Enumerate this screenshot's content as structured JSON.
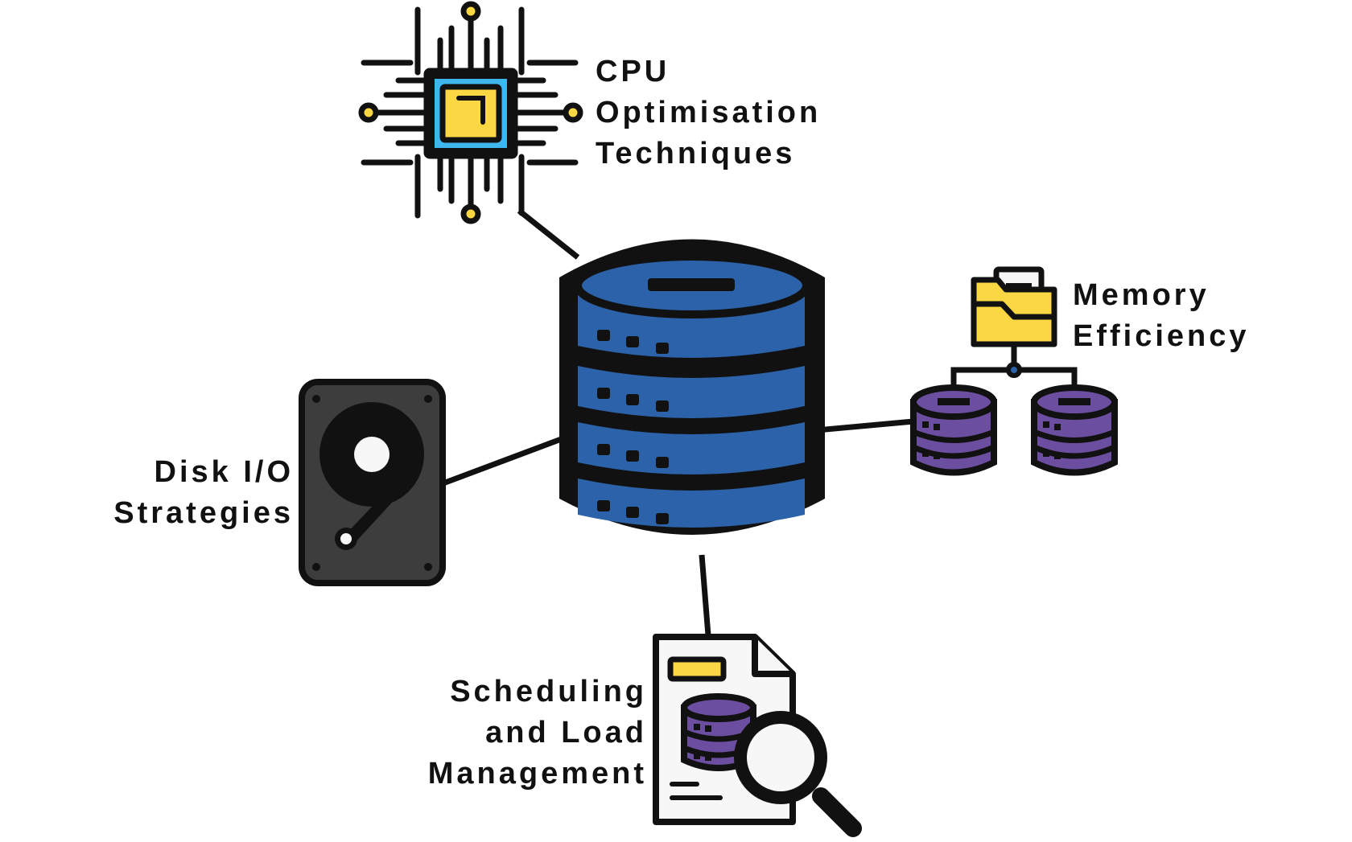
{
  "diagram": {
    "colors": {
      "outline": "#111111",
      "database_blue": "#2c62a9",
      "chip_cyan": "#3db7ee",
      "chip_yellow": "#fbd743",
      "server_purple": "#6b4ea0",
      "disk_gray": "#3d3d3d",
      "white": "#f7f7f7"
    },
    "nodes": {
      "cpu": {
        "icon": "cpu-chip-icon",
        "lines": [
          "CPU",
          "Optimisation",
          "Techniques"
        ]
      },
      "memory": {
        "icon": "folder-network-icon",
        "lines": [
          "Memory",
          "Efficiency"
        ]
      },
      "disk": {
        "icon": "hard-disk-icon",
        "lines": [
          "Disk I/O",
          "Strategies"
        ]
      },
      "scheduling": {
        "icon": "database-report-search-icon",
        "lines": [
          "Scheduling",
          "and Load",
          "Management"
        ]
      }
    },
    "center": {
      "icon": "database-icon"
    }
  }
}
